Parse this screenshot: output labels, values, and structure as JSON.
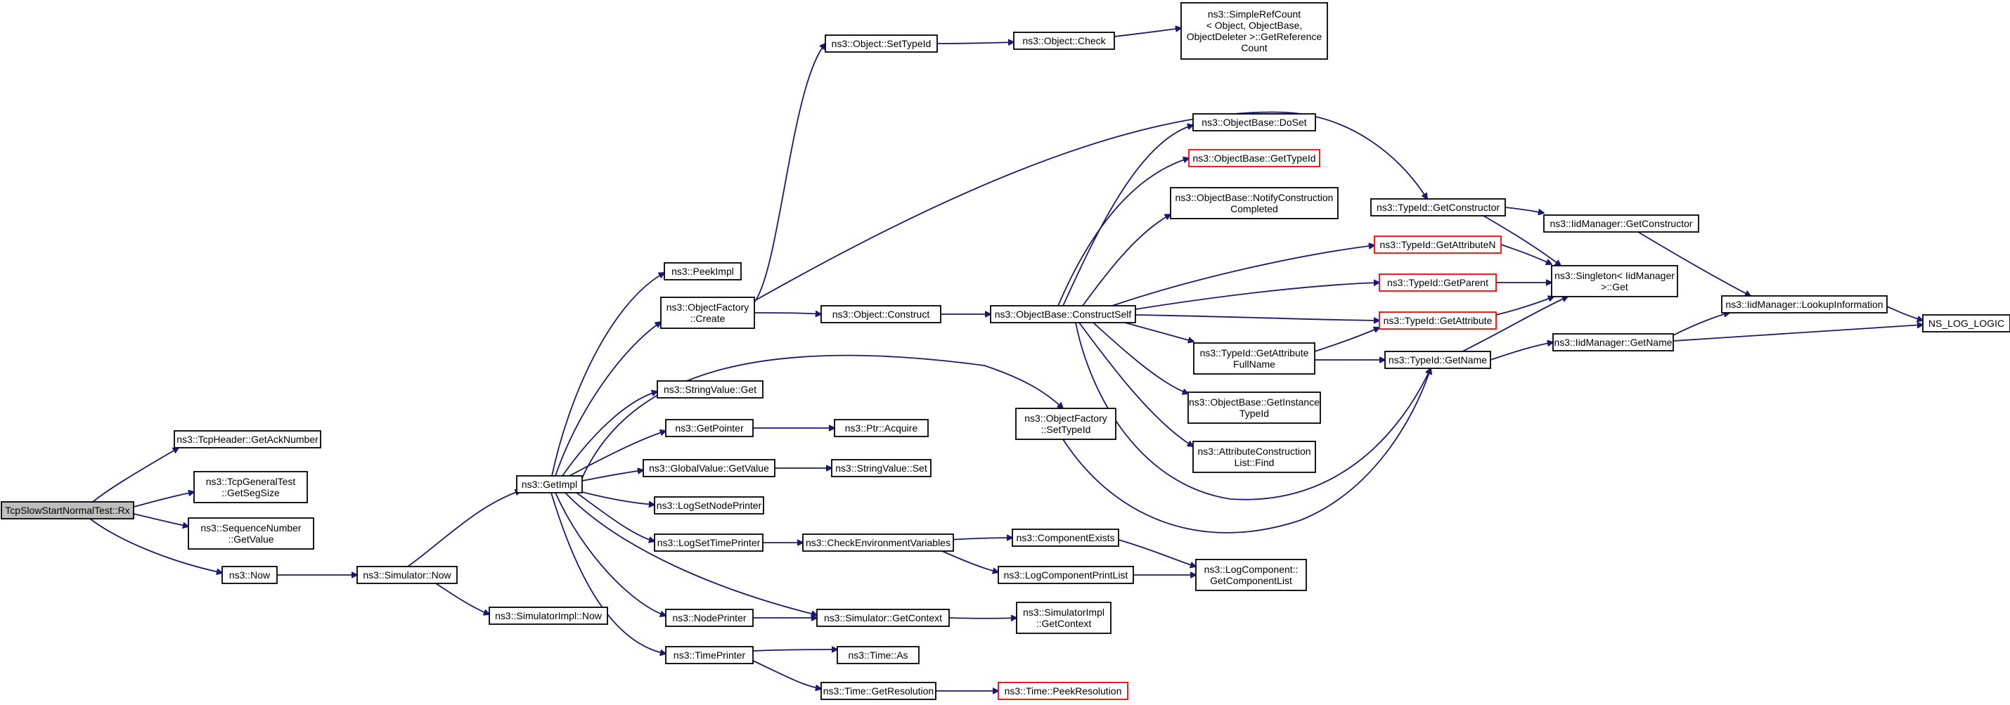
{
  "colors": {
    "edge": "#191970",
    "root_fill": "#bfbfbf",
    "highlight_border": "#ff0000",
    "border": "#000000"
  },
  "nodes": {
    "n0": {
      "lines": [
        "TcpSlowStartNormalTest::Rx"
      ]
    },
    "n1": {
      "lines": [
        "ns3::TcpHeader::GetAckNumber"
      ]
    },
    "n2": {
      "lines": [
        "ns3::TcpGeneralTest",
        "::GetSegSize"
      ]
    },
    "n3": {
      "lines": [
        "ns3::SequenceNumber",
        "::GetValue"
      ]
    },
    "n4": {
      "lines": [
        "ns3::Now"
      ]
    },
    "n5": {
      "lines": [
        "ns3::Simulator::Now"
      ]
    },
    "n6": {
      "lines": [
        "ns3::SimulatorImpl::Now"
      ]
    },
    "n7": {
      "lines": [
        "ns3::GetImpl"
      ]
    },
    "n8": {
      "lines": [
        "ns3::PeekImpl"
      ]
    },
    "n9": {
      "lines": [
        "ns3::ObjectFactory",
        "::Create"
      ]
    },
    "n10": {
      "lines": [
        "ns3::StringValue::Get"
      ]
    },
    "n11": {
      "lines": [
        "ns3::GetPointer"
      ]
    },
    "n12": {
      "lines": [
        "ns3::GlobalValue::GetValue"
      ]
    },
    "n13": {
      "lines": [
        "ns3::LogSetNodePrinter"
      ]
    },
    "n14": {
      "lines": [
        "ns3::LogSetTimePrinter"
      ]
    },
    "n15": {
      "lines": [
        "ns3::NodePrinter"
      ]
    },
    "n16": {
      "lines": [
        "ns3::TimePrinter"
      ]
    },
    "n17": {
      "lines": [
        "ns3::Object::SetTypeId"
      ]
    },
    "n18": {
      "lines": [
        "ns3::Object::Check"
      ]
    },
    "n19": {
      "lines": [
        "ns3::SimpleRefCount",
        "< Object, ObjectBase,",
        "ObjectDeleter >::GetReference",
        "Count"
      ]
    },
    "n20": {
      "lines": [
        "ns3::Object::Construct"
      ]
    },
    "n21": {
      "lines": [
        "ns3::ObjectBase::ConstructSelf"
      ]
    },
    "n22": {
      "lines": [
        "ns3::ObjectBase::DoSet"
      ]
    },
    "n23": {
      "lines": [
        "ns3::ObjectBase::GetTypeId"
      ]
    },
    "n24": {
      "lines": [
        "ns3::ObjectBase::NotifyConstruction",
        "Completed"
      ]
    },
    "n25": {
      "lines": [
        "ns3::TypeId::GetAttribute",
        "FullName"
      ]
    },
    "n26": {
      "lines": [
        "ns3::ObjectBase::GetInstance",
        "TypeId"
      ]
    },
    "n27": {
      "lines": [
        "ns3::AttributeConstruction",
        "List::Find"
      ]
    },
    "n28": {
      "lines": [
        "ns3::Ptr::Acquire"
      ]
    },
    "n29": {
      "lines": [
        "ns3::StringValue::Set"
      ]
    },
    "n30": {
      "lines": [
        "ns3::CheckEnvironmentVariables"
      ]
    },
    "n31": {
      "lines": [
        "ns3::ComponentExists"
      ]
    },
    "n32": {
      "lines": [
        "ns3::LogComponentPrintList"
      ]
    },
    "n33": {
      "lines": [
        "ns3::LogComponent::",
        "GetComponentList"
      ]
    },
    "n34": {
      "lines": [
        "ns3::Simulator::GetContext"
      ]
    },
    "n35": {
      "lines": [
        "ns3::SimulatorImpl",
        "::GetContext"
      ]
    },
    "n36": {
      "lines": [
        "ns3::Time::As"
      ]
    },
    "n37": {
      "lines": [
        "ns3::Time::GetResolution"
      ]
    },
    "n38": {
      "lines": [
        "ns3::Time::PeekResolution"
      ]
    },
    "n39": {
      "lines": [
        "ns3::ObjectFactory",
        "::SetTypeId"
      ]
    },
    "n40": {
      "lines": [
        "ns3::TypeId::GetConstructor"
      ]
    },
    "n41": {
      "lines": [
        "ns3::TypeId::GetAttributeN"
      ]
    },
    "n42": {
      "lines": [
        "ns3::TypeId::GetParent"
      ]
    },
    "n43": {
      "lines": [
        "ns3::TypeId::GetAttribute"
      ]
    },
    "n44": {
      "lines": [
        "ns3::TypeId::GetName"
      ]
    },
    "n45": {
      "lines": [
        "ns3::IidManager::GetConstructor"
      ]
    },
    "n46": {
      "lines": [
        "ns3::Singleton< IidManager",
        ">::Get"
      ]
    },
    "n47": {
      "lines": [
        "ns3::IidManager::GetName"
      ]
    },
    "n48": {
      "lines": [
        "ns3::IidManager::LookupInformation"
      ]
    },
    "n49": {
      "lines": [
        "NS_LOG_LOGIC"
      ]
    }
  }
}
